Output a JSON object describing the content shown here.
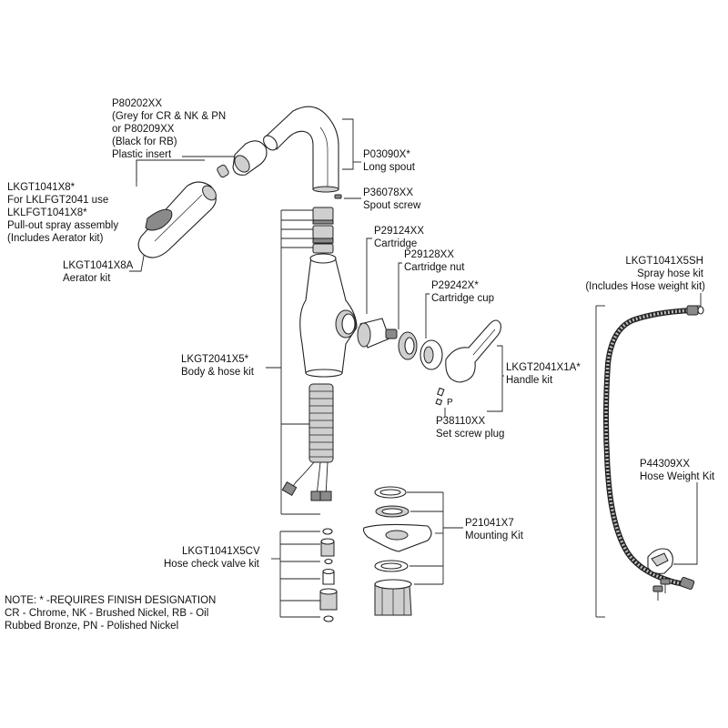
{
  "labels": {
    "p80202": [
      "P80202XX",
      "(Grey for CR & NK & PN",
      "or P80209XX",
      "(Black for RB)",
      "Plastic insert"
    ],
    "lkgt1041x8": [
      "LKGT1041X8*",
      "For LKLFGT2041 use",
      "LKLFGT1041X8*",
      "Pull-out spray assembly",
      "(Includes Aerator kit)"
    ],
    "lkgt1041x8a": [
      "LKGT1041X8A",
      "Aerator kit"
    ],
    "p03090": [
      "P03090X*",
      "Long spout"
    ],
    "p36078": [
      "P36078XX",
      "Spout screw"
    ],
    "p29124": [
      "P29124XX",
      "Cartridge"
    ],
    "p29128": [
      "P29128XX",
      "Cartridge nut"
    ],
    "p29242": [
      "P29242X*",
      "Cartridge cup"
    ],
    "lkgt2041x1a": [
      "LKGT2041X1A*",
      "Handle kit"
    ],
    "p38110": [
      "P38110XX",
      "Set screw plug"
    ],
    "p_mark": "P",
    "lkgt2041x5": [
      "LKGT2041X5*",
      "Body & hose kit"
    ],
    "lkgt1041x5sh": [
      "LKGT1041X5SH",
      "Spray hose kit",
      "(Includes Hose weight kit)"
    ],
    "p44309": [
      "P44309XX",
      "Hose Weight Kit"
    ],
    "p21041x7": [
      "P21041X7",
      "Mounting Kit"
    ],
    "lkgt1041x5cv": [
      "LKGT1041X5CV",
      "Hose check valve kit"
    ]
  },
  "note": [
    "NOTE: * -REQUIRES FINISH DESIGNATION",
    "CR - Chrome, NK - Brushed Nickel, RB - Oil",
    "Rubbed Bronze, PN - Polished Nickel"
  ]
}
